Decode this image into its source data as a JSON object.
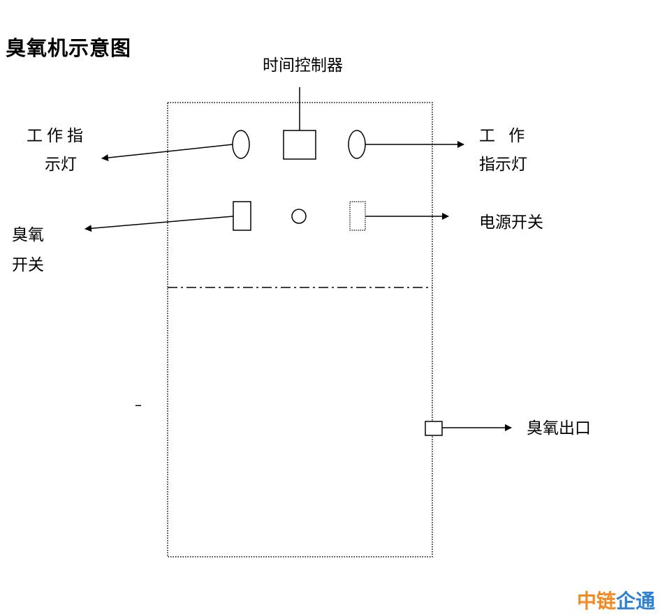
{
  "title": "臭氧机示意图",
  "labels": {
    "timer": "时间控制器",
    "work_light_left_line1": "工作指",
    "work_light_left_line2": "示灯",
    "work_light_right_line1": "工 作",
    "work_light_right_line2": "指示灯",
    "ozone_switch_line1": "臭氧",
    "ozone_switch_line2": "开关",
    "power_switch": "电源开关",
    "ozone_outlet": "臭氧出口",
    "stray_mark": "–"
  },
  "watermark": {
    "part1": "中链",
    "part2": "企通",
    "color1": "#f08a24",
    "color2": "#2f7fd1"
  }
}
